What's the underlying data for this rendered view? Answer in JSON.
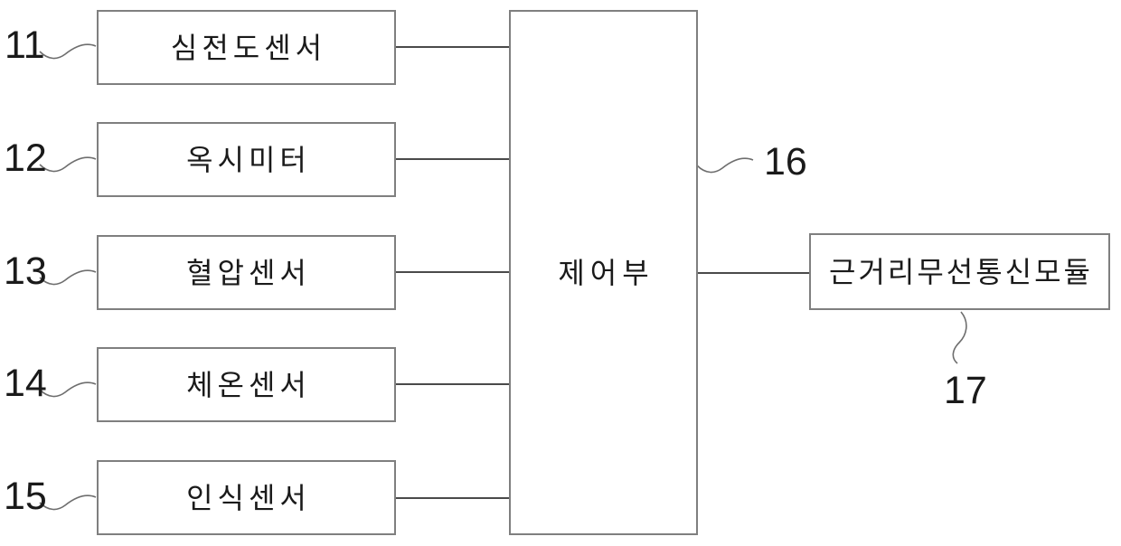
{
  "figure": {
    "colors": {
      "background": "#ffffff",
      "box_border": "#7f7f7f",
      "text": "#1a1a1a",
      "connector": "#4a4a4a",
      "squiggle": "#6e6e6e"
    },
    "sensor_blocks": [
      {
        "ref": "11",
        "label": "심전도센서"
      },
      {
        "ref": "12",
        "label": "옥시미터"
      },
      {
        "ref": "13",
        "label": "혈압센서"
      },
      {
        "ref": "14",
        "label": "체온센서"
      },
      {
        "ref": "15",
        "label": "인식센서"
      }
    ],
    "controller_block": {
      "ref": "16",
      "label": "제어부"
    },
    "comm_block": {
      "ref": "17",
      "label": "근거리무선통신모듈"
    }
  }
}
